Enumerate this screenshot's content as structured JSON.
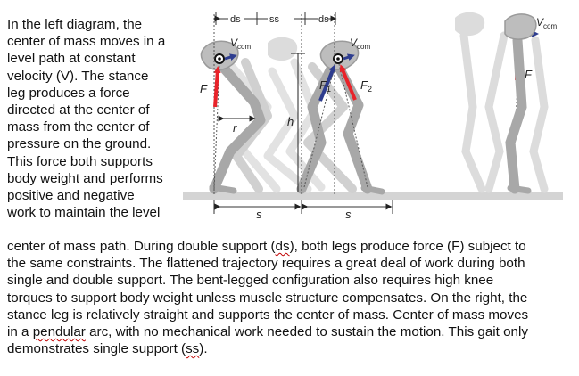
{
  "text": {
    "left_lines": [
      "In the left diagram, the",
      "center of mass moves in a",
      "level path at constant",
      "velocity (V). The stance",
      "leg produces a force",
      "directed at the center of",
      "mass from the center of",
      "pressure on the ground.",
      "This force both supports",
      "body weight and performs",
      "positive and negative",
      "work to maintain the level"
    ],
    "bottom_line1_a": "center of mass path. During double support (",
    "bottom_line1_ds": "ds",
    "bottom_line1_b": "), both legs produce force (F) subject to",
    "bottom_line2": "the same constraints. The flattened trajectory requires a great deal of work during both",
    "bottom_line3": "single and double support. The bent-legged configuration also requires high knee",
    "bottom_line4": "torques to support body weight unless muscle structure compensates. On the right, the",
    "bottom_line5": "stance leg is relatively straight and supports the center of mass.  Center of mass moves",
    "bottom_line6_a": "in a ",
    "bottom_line6_pend": "pendular",
    "bottom_line6_b": " arc, with no mechanical work needed to sustain the motion. This gait only",
    "bottom_line7_a": "demonstrates single support (",
    "bottom_line7_ss": "ss",
    "bottom_line7_b": ")."
  },
  "diagram": {
    "ds_label_left": "ds",
    "ss_label": "ss",
    "ds_label_right": "ds",
    "v_label_left": "V",
    "v_label_mid": "V",
    "v_label_right": "V",
    "v_subscript": "com",
    "f_label_left": "F",
    "f_label_right": "F",
    "f1_label": "F",
    "f1_sub": "1",
    "f2_label": "F",
    "f2_sub": "2",
    "r_label": "r",
    "h_label": "h",
    "s_label_left": "s",
    "s_label_right": "s"
  },
  "colors": {
    "force_red": "#e8232a",
    "force_blue": "#2e3d8f",
    "ground": "#d4d4d4",
    "leg_dark": "#9a9a9a",
    "leg_light": "#cfcfcf"
  }
}
